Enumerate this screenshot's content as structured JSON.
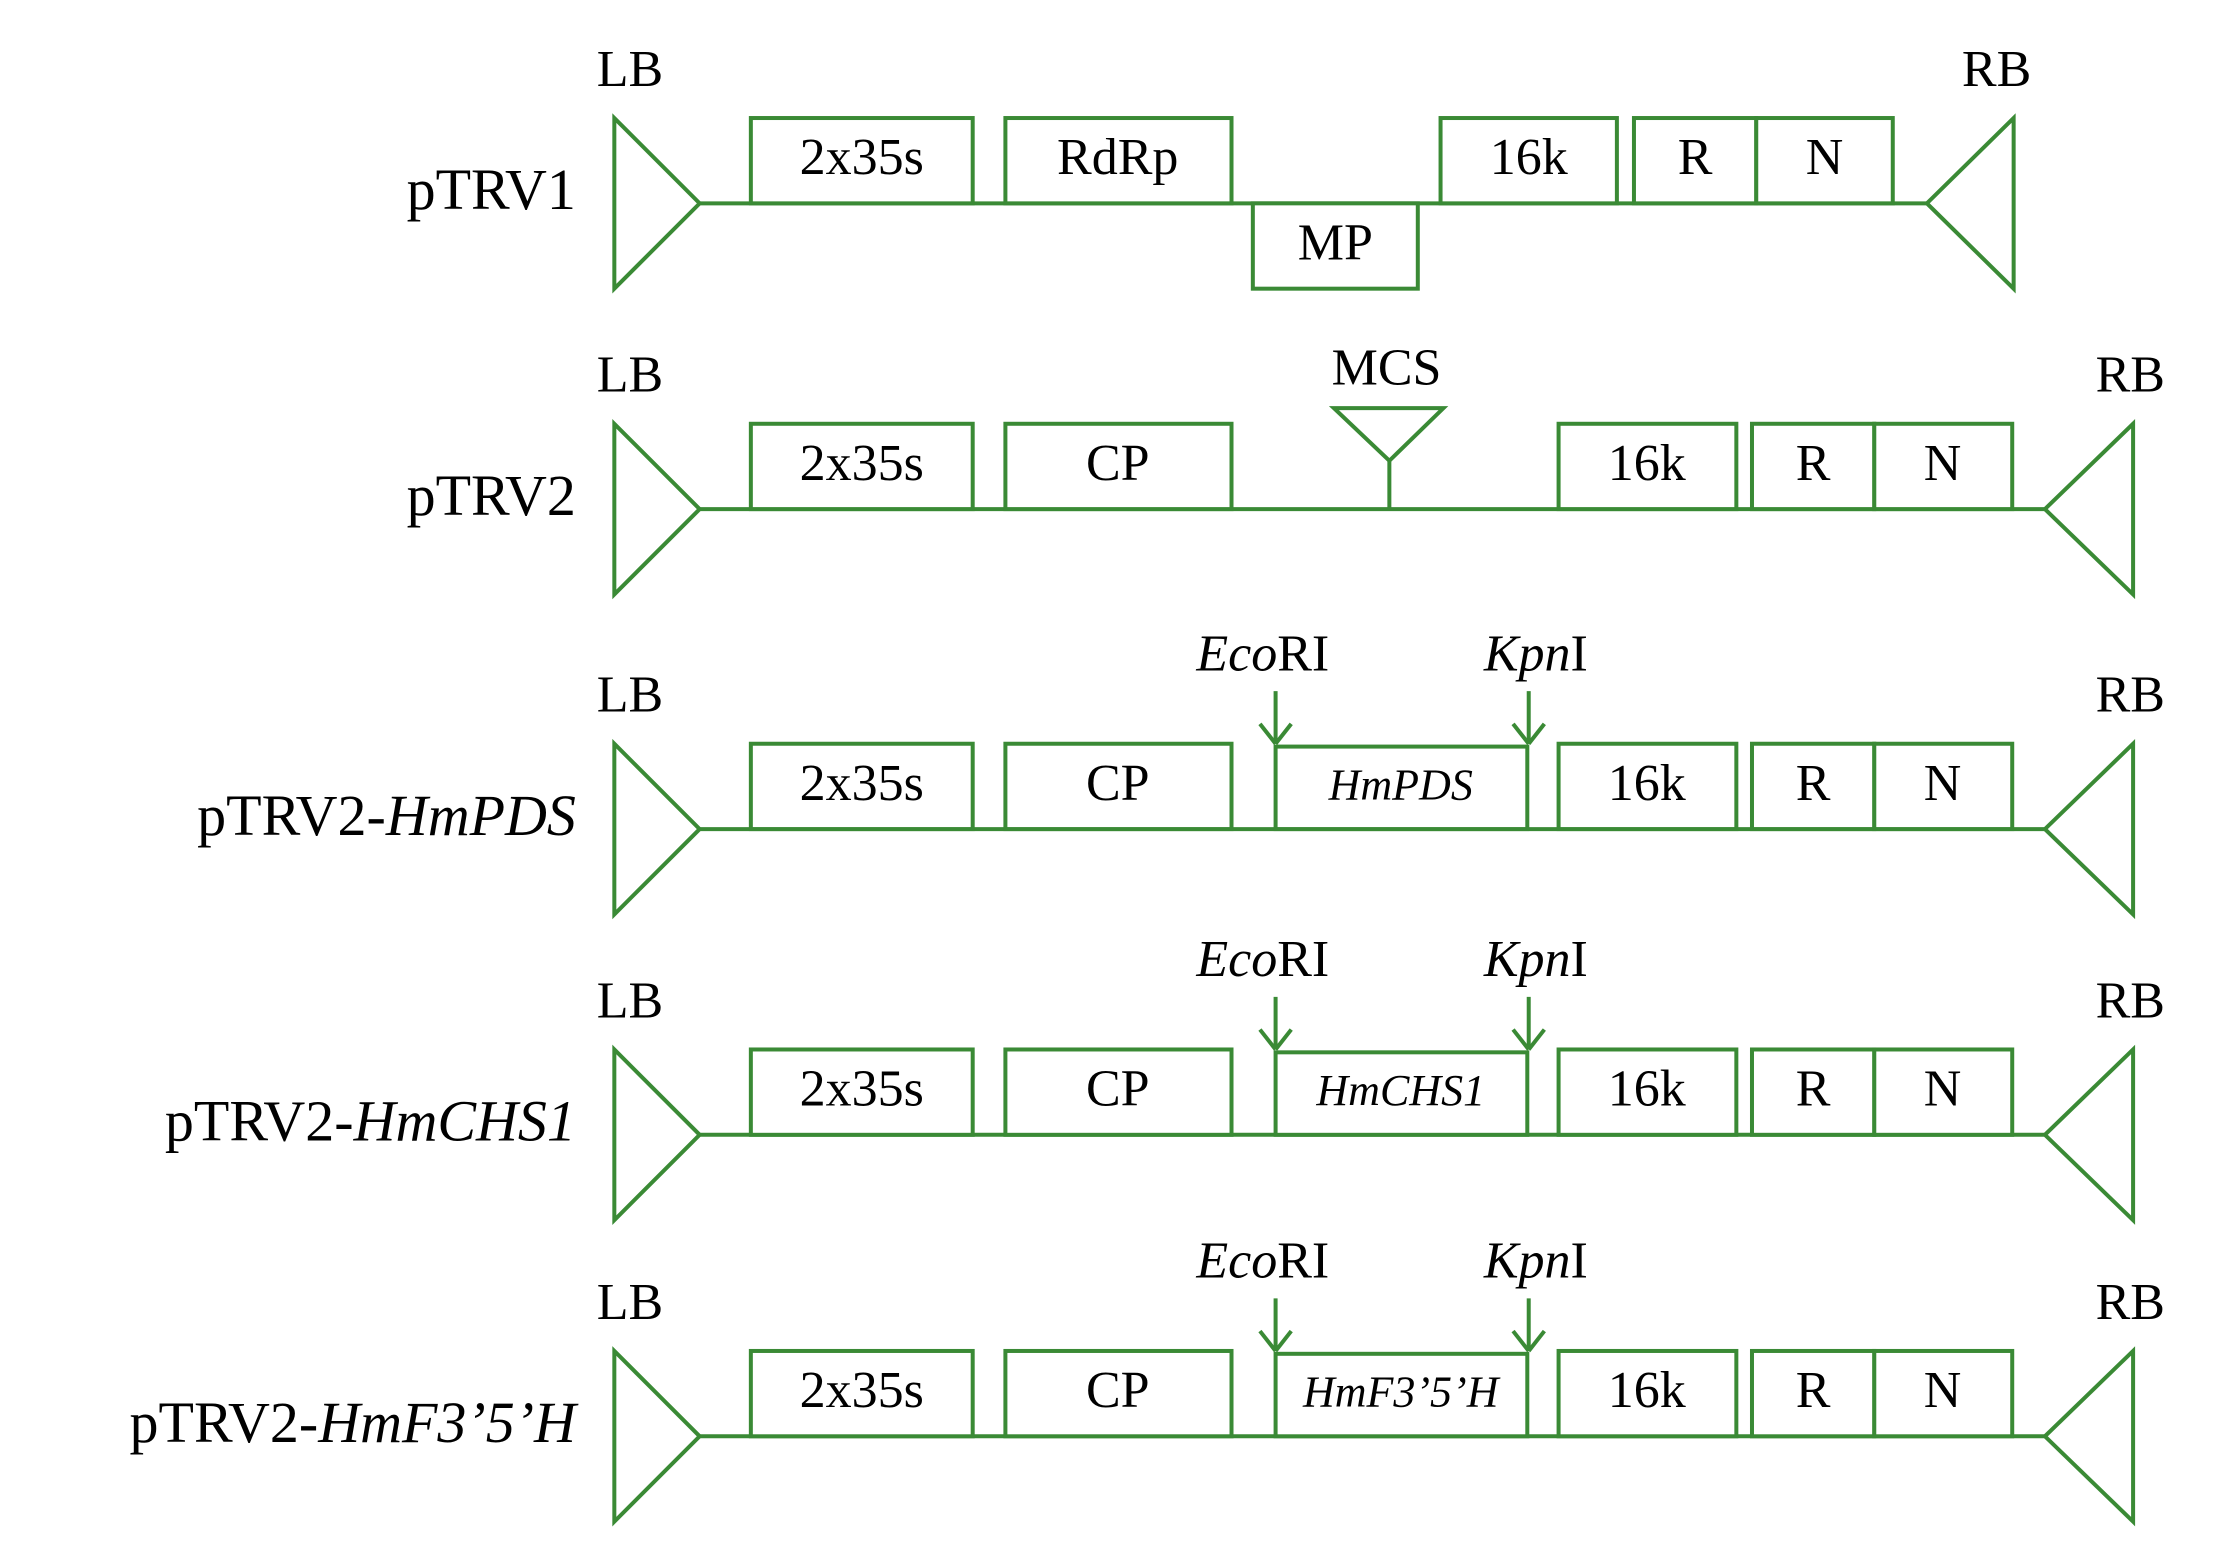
{
  "colors": {
    "line": "#3a8a35",
    "text": "#000000",
    "background": "#ffffff"
  },
  "border_labels": {
    "left": "LB",
    "right": "RB"
  },
  "constructs": [
    {
      "name": "pTRV1",
      "name_parts": [
        {
          "text": "pTRV1",
          "italic": false
        }
      ],
      "elements": [
        "2x35s",
        "RdRp",
        "MP",
        "16k",
        "R",
        "N"
      ]
    },
    {
      "name": "pTRV2",
      "name_parts": [
        {
          "text": "pTRV2",
          "italic": false
        }
      ],
      "elements": [
        "2x35s",
        "CP",
        "MCS",
        "16k",
        "R",
        "N"
      ]
    },
    {
      "name": "pTRV2-HmPDS",
      "name_parts": [
        {
          "text": "pTRV2-",
          "italic": false
        },
        {
          "text": "HmPDS",
          "italic": true
        }
      ],
      "elements": [
        "2x35s",
        "CP",
        "HmPDS",
        "16k",
        "R",
        "N"
      ],
      "sites": [
        {
          "parts": [
            {
              "text": "Eco",
              "italic": true
            },
            {
              "text": "RI",
              "italic": false
            }
          ]
        },
        {
          "parts": [
            {
              "text": "Kpn",
              "italic": true
            },
            {
              "text": "I",
              "italic": false
            }
          ]
        }
      ]
    },
    {
      "name": "pTRV2-HmCHS1",
      "name_parts": [
        {
          "text": "pTRV2-",
          "italic": false
        },
        {
          "text": "HmCHS1",
          "italic": true
        }
      ],
      "elements": [
        "2x35s",
        "CP",
        "HmCHS1",
        "16k",
        "R",
        "N"
      ],
      "sites": [
        {
          "parts": [
            {
              "text": "Eco",
              "italic": true
            },
            {
              "text": "RI",
              "italic": false
            }
          ]
        },
        {
          "parts": [
            {
              "text": "Kpn",
              "italic": true
            },
            {
              "text": "I",
              "italic": false
            }
          ]
        }
      ]
    },
    {
      "name": "pTRV2-HmF3’5’H",
      "name_parts": [
        {
          "text": "pTRV2-",
          "italic": false
        },
        {
          "text": "HmF3’5’H",
          "italic": true
        }
      ],
      "elements": [
        "2x35s",
        "CP",
        "HmF3’5’H",
        "16k",
        "R",
        "N"
      ],
      "sites": [
        {
          "parts": [
            {
              "text": "Eco",
              "italic": true
            },
            {
              "text": "RI",
              "italic": false
            }
          ]
        },
        {
          "parts": [
            {
              "text": "Kpn",
              "italic": true
            },
            {
              "text": "I",
              "italic": false
            }
          ]
        }
      ]
    }
  ]
}
